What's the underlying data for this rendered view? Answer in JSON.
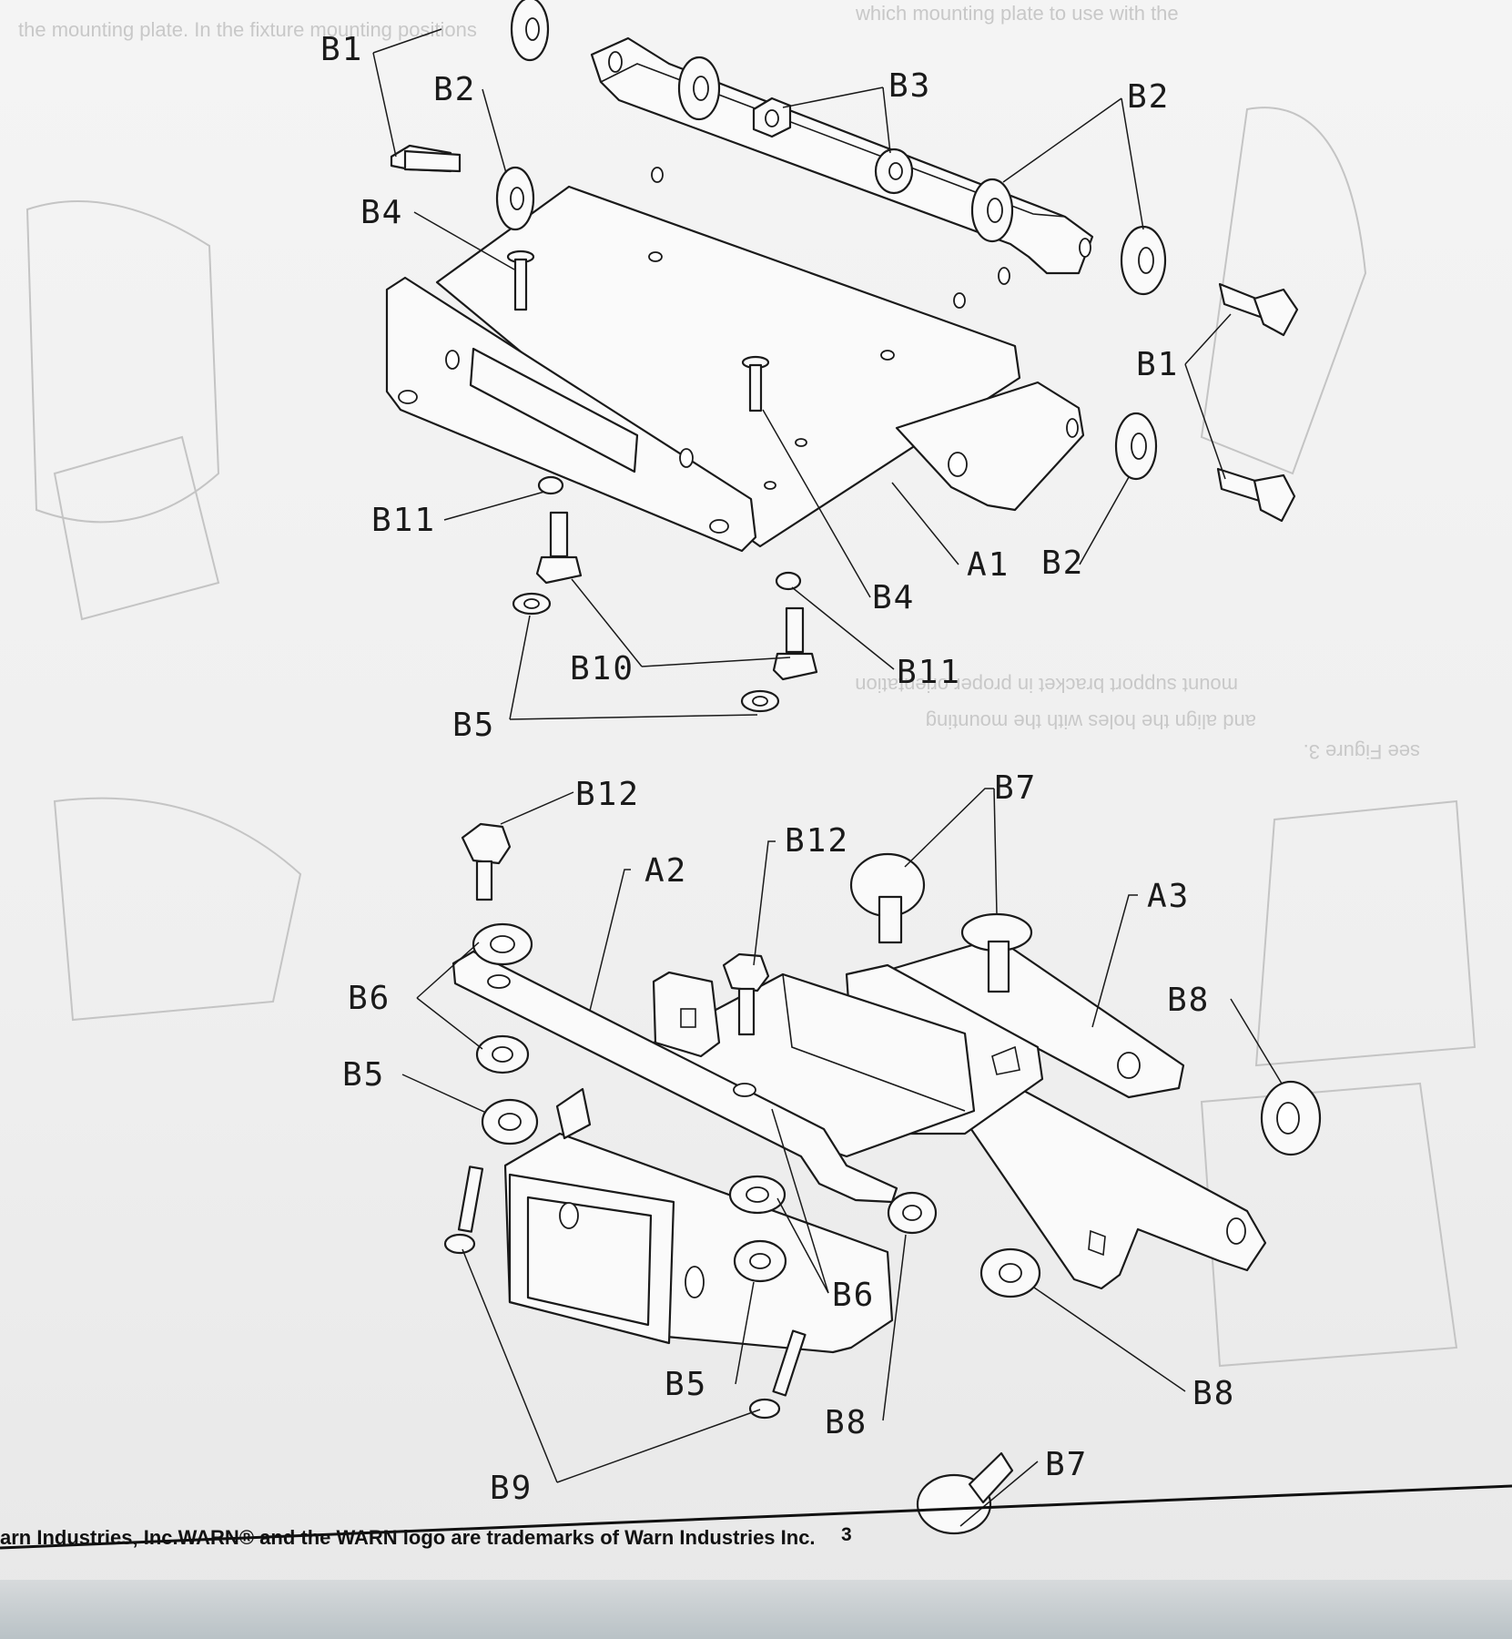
{
  "callouts": [
    {
      "id": "b1-top",
      "label": "B1"
    },
    {
      "id": "b2-left",
      "label": "B2"
    },
    {
      "id": "b3",
      "label": "B3"
    },
    {
      "id": "b2-right",
      "label": "B2"
    },
    {
      "id": "b4-left",
      "label": "B4"
    },
    {
      "id": "b1-right",
      "label": "B1"
    },
    {
      "id": "b11-left",
      "label": "B11"
    },
    {
      "id": "a1",
      "label": "A1"
    },
    {
      "id": "b2-lower",
      "label": "B2"
    },
    {
      "id": "b4-right",
      "label": "B4"
    },
    {
      "id": "b10",
      "label": "B10"
    },
    {
      "id": "b11-right",
      "label": "B11"
    },
    {
      "id": "b5-upper",
      "label": "B5"
    },
    {
      "id": "b12-left",
      "label": "B12"
    },
    {
      "id": "b7-top",
      "label": "B7"
    },
    {
      "id": "b12-center",
      "label": "B12"
    },
    {
      "id": "a2",
      "label": "A2"
    },
    {
      "id": "a3",
      "label": "A3"
    },
    {
      "id": "b6-left",
      "label": "B6"
    },
    {
      "id": "b8-right",
      "label": "B8"
    },
    {
      "id": "b5-left",
      "label": "B5"
    },
    {
      "id": "b6-lower",
      "label": "B6"
    },
    {
      "id": "b5-lower",
      "label": "B5"
    },
    {
      "id": "b8-lower",
      "label": "B8"
    },
    {
      "id": "b8-far",
      "label": "B8"
    },
    {
      "id": "b7-bottom",
      "label": "B7"
    },
    {
      "id": "b9",
      "label": "B9"
    }
  ],
  "footer": {
    "trademark": "arn Industries, Inc.WARN® and the WARN logo are trademarks of Warn Industries Inc.",
    "page_number": "3"
  }
}
